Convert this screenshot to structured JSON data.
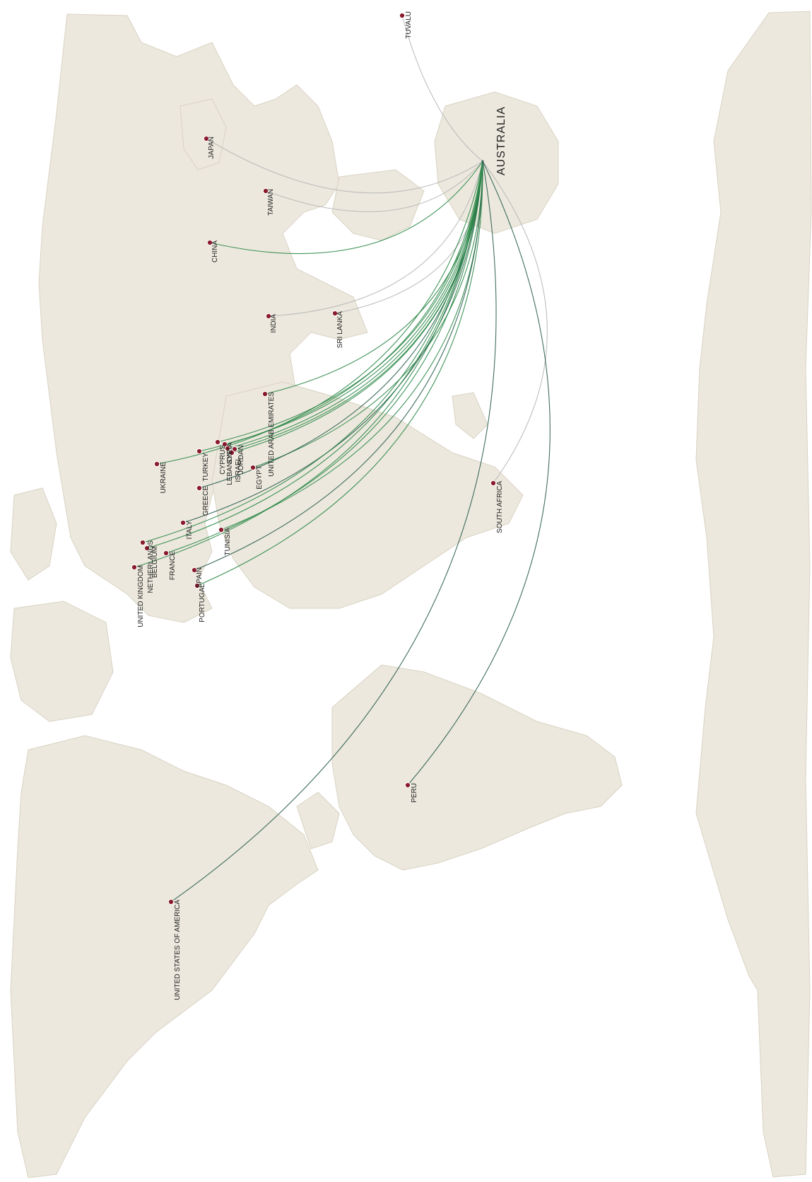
{
  "map": {
    "hub": {
      "name": "AUSTRALIA"
    },
    "colors": {
      "land": "#ece8dd",
      "marker": "#8a1a2c",
      "route_green": "#2f8a4a",
      "route_dark": "#2c5e4f",
      "route_grey": "#b8b8b8"
    },
    "countries": [
      {
        "name": "TUVALU",
        "route": "grey"
      },
      {
        "name": "JAPAN",
        "route": "grey"
      },
      {
        "name": "TAIWAN",
        "route": "grey"
      },
      {
        "name": "CHINA",
        "route": "green"
      },
      {
        "name": "INDIA",
        "route": "grey"
      },
      {
        "name": "SRI LANKA",
        "route": "grey"
      },
      {
        "name": "UNITED ARAB EMIRATES",
        "route": "green"
      },
      {
        "name": "CYPRUS",
        "route": "green"
      },
      {
        "name": "SYRIA",
        "route": "green"
      },
      {
        "name": "LEBANON",
        "route": "green"
      },
      {
        "name": "JORDAN",
        "route": "green"
      },
      {
        "name": "ISRAEL",
        "route": "green"
      },
      {
        "name": "EGYPT",
        "route": "green"
      },
      {
        "name": "TURKEY",
        "route": "green"
      },
      {
        "name": "UKRAINE",
        "route": "green"
      },
      {
        "name": "GREECE",
        "route": "dark"
      },
      {
        "name": "ITALY",
        "route": "dark"
      },
      {
        "name": "TUNISIA",
        "route": "green"
      },
      {
        "name": "NETHERLANDS",
        "route": "green"
      },
      {
        "name": "BELGIUM",
        "route": "green"
      },
      {
        "name": "UNITED KINGDOM",
        "route": "green"
      },
      {
        "name": "FRANCE",
        "route": "green"
      },
      {
        "name": "SPAIN",
        "route": "dark"
      },
      {
        "name": "PORTUGAL",
        "route": "green"
      },
      {
        "name": "SOUTH AFRICA",
        "route": "grey"
      },
      {
        "name": "PERU",
        "route": "dark"
      },
      {
        "name": "UNITED STATES OF AMERICA",
        "route": "dark"
      }
    ]
  }
}
